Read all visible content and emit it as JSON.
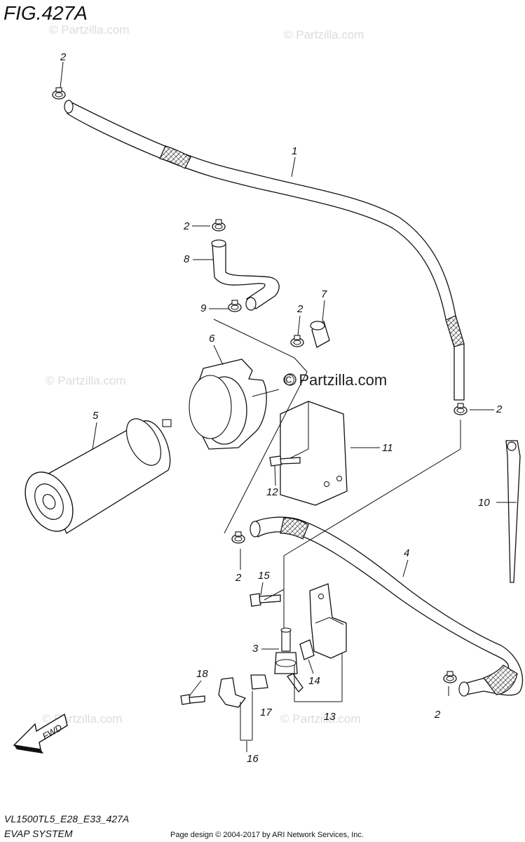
{
  "figure": {
    "title": "FIG.427A",
    "model_code": "VL1500TL5_E28_E33_427A",
    "subtitle": "EVAP SYSTEM"
  },
  "footer": {
    "copyright": "Page design © 2004-2017 by ARI Network Services, Inc."
  },
  "watermark": {
    "text": "© Partzilla.com"
  },
  "fwd_label": "FWD",
  "callouts": [
    {
      "id": "c2a",
      "label": "2"
    },
    {
      "id": "c1",
      "label": "1"
    },
    {
      "id": "c2b",
      "label": "2"
    },
    {
      "id": "c8",
      "label": "8"
    },
    {
      "id": "c9",
      "label": "9"
    },
    {
      "id": "c2c",
      "label": "2"
    },
    {
      "id": "c7",
      "label": "7"
    },
    {
      "id": "c6",
      "label": "6"
    },
    {
      "id": "c2d",
      "label": "2"
    },
    {
      "id": "c5",
      "label": "5"
    },
    {
      "id": "c11",
      "label": "11"
    },
    {
      "id": "c12",
      "label": "12"
    },
    {
      "id": "c10",
      "label": "10"
    },
    {
      "id": "c4",
      "label": "4"
    },
    {
      "id": "c2e",
      "label": "2"
    },
    {
      "id": "c15",
      "label": "15"
    },
    {
      "id": "c3",
      "label": "3"
    },
    {
      "id": "c18",
      "label": "18"
    },
    {
      "id": "c14",
      "label": "14"
    },
    {
      "id": "c17",
      "label": "17"
    },
    {
      "id": "c13",
      "label": "13"
    },
    {
      "id": "c16",
      "label": "16"
    },
    {
      "id": "c2f",
      "label": "2"
    }
  ]
}
